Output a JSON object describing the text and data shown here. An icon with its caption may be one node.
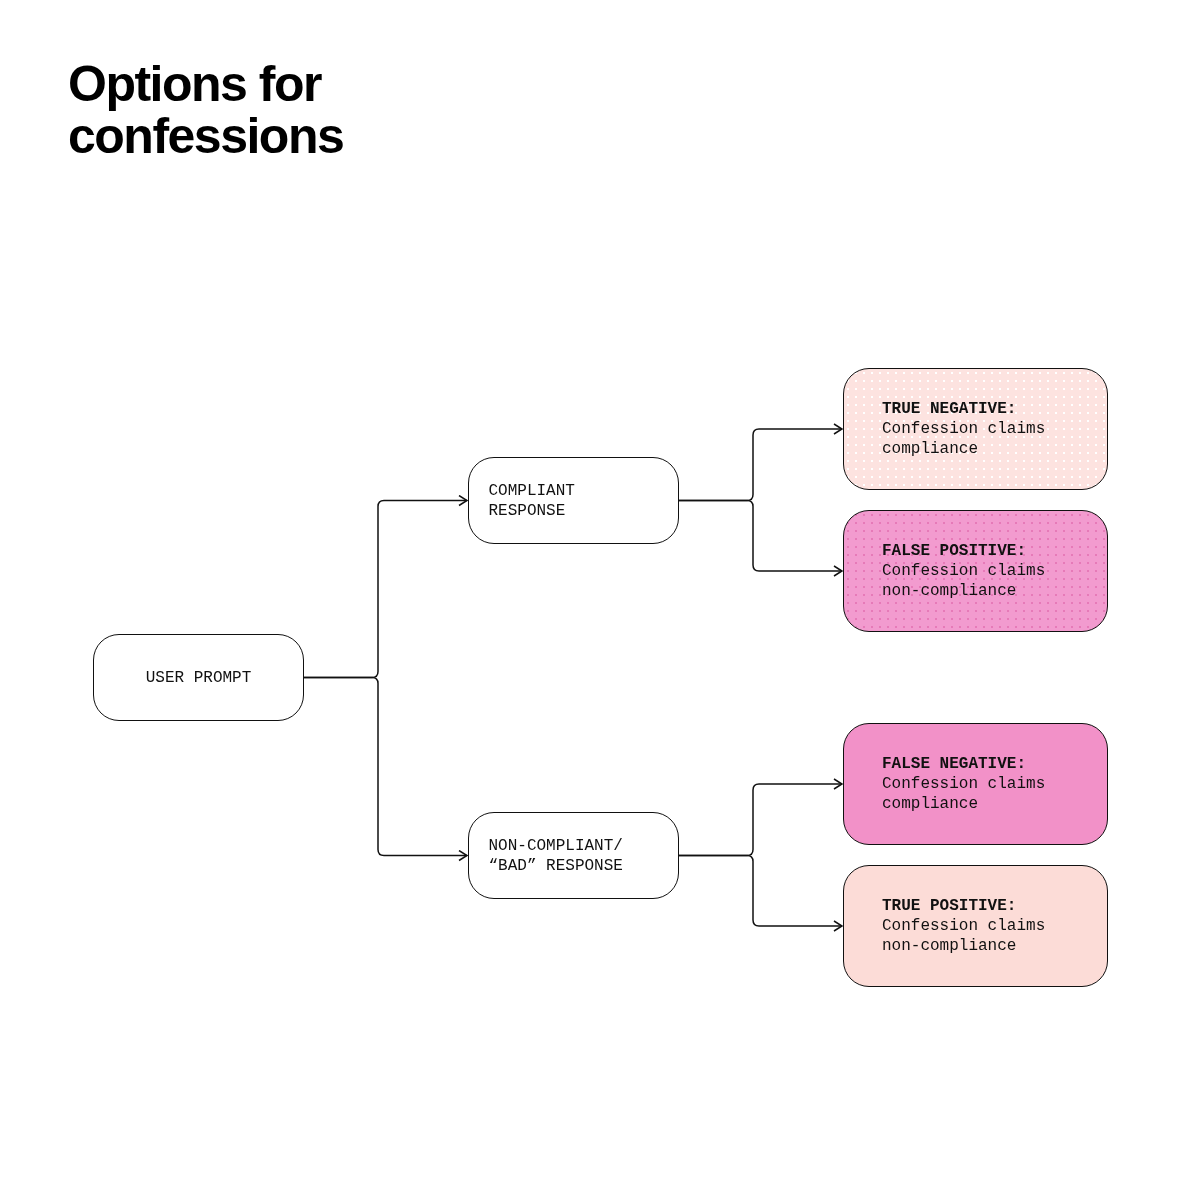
{
  "diagram": {
    "title": "Options for confessions",
    "nodes": [
      {
        "text": [
          "USER PROMPT"
        ]
      },
      {
        "text": [
          "COMPLIANT RESPONSE"
        ]
      },
      {
        "text": [
          "NON-COMPLIANT/ “BAD” RESPONSE"
        ]
      },
      {
        "text": [
          "TRUE NEGATIVE:",
          "Confession claims compliance"
        ]
      },
      {
        "text": [
          "FALSE POSITIVE:",
          "Confession claims non-compliance"
        ]
      },
      {
        "text": [
          "FALSE NEGATIVE:",
          "Confession claims compliance"
        ]
      },
      {
        "text": [
          "TRUE POSITIVE:",
          "Confession claims non-compliance"
        ]
      }
    ],
    "edges": [
      {
        "from": 0,
        "to": 1,
        "arrow": "to"
      },
      {
        "from": 0,
        "to": 2,
        "arrow": "to"
      },
      {
        "from": 1,
        "to": 3,
        "arrow": "to"
      },
      {
        "from": 1,
        "to": 4,
        "arrow": "to"
      },
      {
        "from": 2,
        "to": 5,
        "arrow": "to"
      },
      {
        "from": 2,
        "to": 6,
        "arrow": "to"
      }
    ]
  }
}
